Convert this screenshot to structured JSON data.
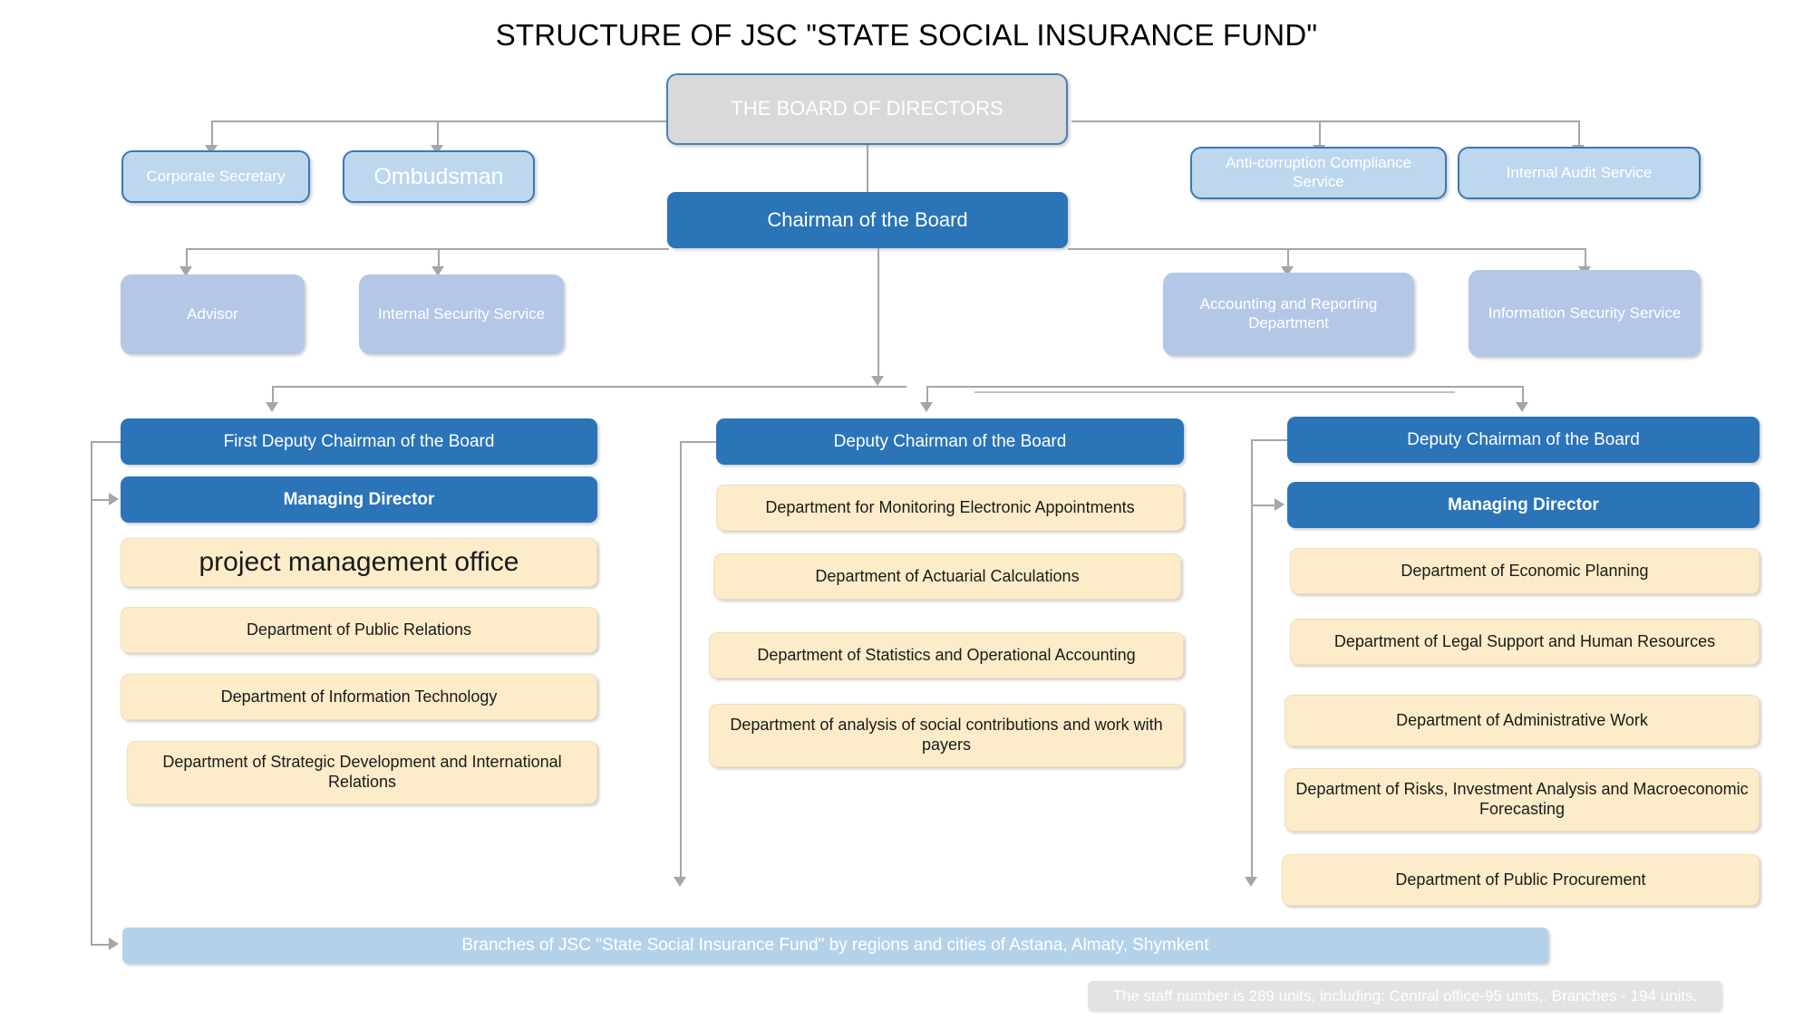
{
  "chart_data": {
    "type": "diagram",
    "title": "STRUCTURE OF JSC \"STATE SOCIAL INSURANCE FUND\"",
    "diagram_kind": "organizational-chart",
    "levels": [
      [
        "THE BOARD OF DIRECTORS"
      ],
      [
        "Corporate Secretary",
        "Ombudsman",
        "Anti-corruption Compliance Service",
        "Internal Audit Service"
      ],
      [
        "Chairman of the Board"
      ],
      [
        "Advisor",
        "Internal Security Service",
        "Accounting and Reporting Department",
        "Information Security Service"
      ],
      [
        "First Deputy Chairman of the Board",
        "Deputy Chairman of the Board",
        "Deputy Chairman of the Board"
      ],
      [
        "Branches of JSC \"State Social Insurance Fund\" by regions and cities of Astana, Almaty, Shymkent"
      ]
    ],
    "colors": {
      "board": "#d9d9d9",
      "committee": "#bdd7ee",
      "support": "#b4c7e7",
      "leadership": "#2b74b8",
      "department": "#fcecc9",
      "branches": "#b3d2ea",
      "footnote": "#e3e3e3",
      "connector": "#a6a6a6"
    }
  },
  "title": "STRUCTURE OF JSC \"STATE SOCIAL INSURANCE FUND\"",
  "board": {
    "label": "THE BOARD OF DIRECTORS"
  },
  "board_reports": [
    {
      "label": "Corporate Secretary"
    },
    {
      "label": "Ombudsman"
    },
    {
      "label": "Anti-corruption Compliance Service"
    },
    {
      "label": "Internal Audit Service"
    }
  ],
  "chairman": {
    "label": "Chairman of the Board"
  },
  "chairman_support": [
    {
      "label": "Advisor"
    },
    {
      "label": "Internal Security Service"
    },
    {
      "label": "Accounting and Reporting Department"
    },
    {
      "label": "Information Security Service"
    }
  ],
  "columns": [
    {
      "head": "First Deputy Chairman of the Board",
      "director": "Managing Director",
      "departments": [
        "project management office",
        "Department of Public Relations",
        "Department of Information Technology",
        "Department of Strategic Development and International Relations"
      ]
    },
    {
      "head": "Deputy Chairman of the Board",
      "director": null,
      "departments": [
        "Department for Monitoring Electronic Appointments",
        "Department of Actuarial Calculations",
        "Department of Statistics and Operational Accounting",
        "Department of analysis of social contributions and work with payers"
      ]
    },
    {
      "head": "Deputy Chairman of the Board",
      "director": "Managing Director",
      "departments": [
        "Department of Economic Planning",
        "Department of Legal Support and Human Resources",
        "Department of Administrative Work",
        "Department of Risks, Investment Analysis and Macroeconomic Forecasting",
        "Department of Public Procurement"
      ]
    }
  ],
  "branches": {
    "label": "Branches of JSC \"State Social Insurance Fund\" by regions and cities of Astana, Almaty, Shymkent"
  },
  "footnote": {
    "label": "The staff number is 289 units, including: Central office-95 units,. Branches - 194 units."
  }
}
